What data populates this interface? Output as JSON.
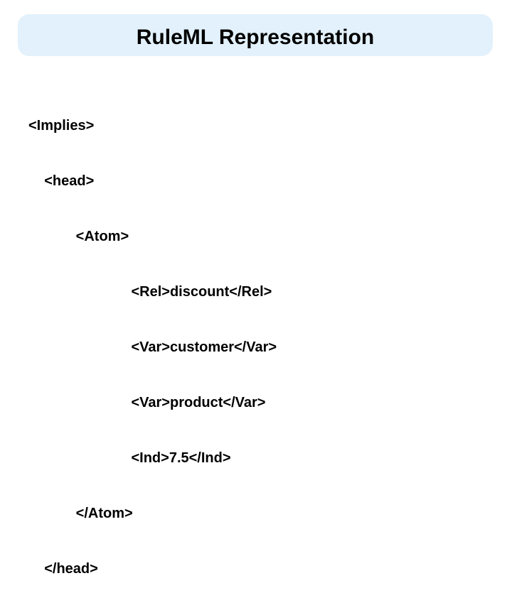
{
  "slide": {
    "title": "RuleML Representation",
    "colors": {
      "background": "#ffffff",
      "title_box_bg": "#e2f1fb",
      "text": "#000000"
    },
    "code": {
      "lines": [
        "<Implies>",
        "    <head>",
        "            <Atom>",
        "                          <Rel>discount</Rel>",
        "                          <Var>customer</Var>",
        "                          <Var>product</Var>",
        "                          <Ind>7.5</Ind>",
        "            </Atom>",
        "    </head>"
      ]
    }
  }
}
